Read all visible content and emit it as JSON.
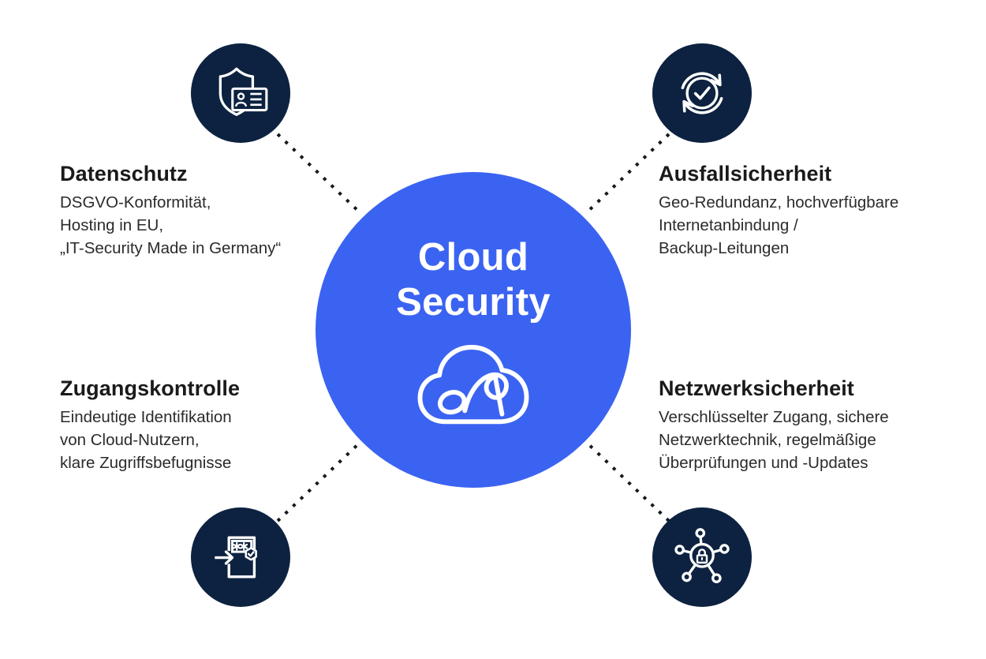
{
  "center": {
    "title": "Cloud\nSecurity",
    "icon": "cloud-loop-icon"
  },
  "quadrants": {
    "top_left": {
      "heading": "Datenschutz",
      "body": "DSGVO-Konformität,\nHosting in EU,\n„IT-Security Made in Germany“",
      "icon": "shield-id-card-icon"
    },
    "top_right": {
      "heading": "Ausfallsicherheit",
      "body": "Geo-Redundanz, hochverfügbare\nInternetanbindung /\nBackup-Leitungen",
      "icon": "sync-check-icon"
    },
    "bottom_left": {
      "heading": "Zugangskontrolle",
      "body": "Eindeutige Identifikation\nvon Cloud-Nutzern,\nklare Zugriffsbefugnisse",
      "icon": "door-password-login-icon"
    },
    "bottom_right": {
      "heading": "Netzwerksicherheit",
      "body": "Verschlüsselter Zugang, sichere\nNetzwerktechnik, regelmäßige\nÜberprüfungen und -Updates",
      "icon": "network-lock-icon"
    }
  },
  "colors": {
    "accent_blue": "#3B63F2",
    "dark_navy": "#0D2240",
    "dot_color": "#15191F",
    "heading_text": "#1A1A1A",
    "body_text": "#2B2B2B",
    "background": "#FFFFFF",
    "icon_stroke": "#FFFFFF"
  }
}
